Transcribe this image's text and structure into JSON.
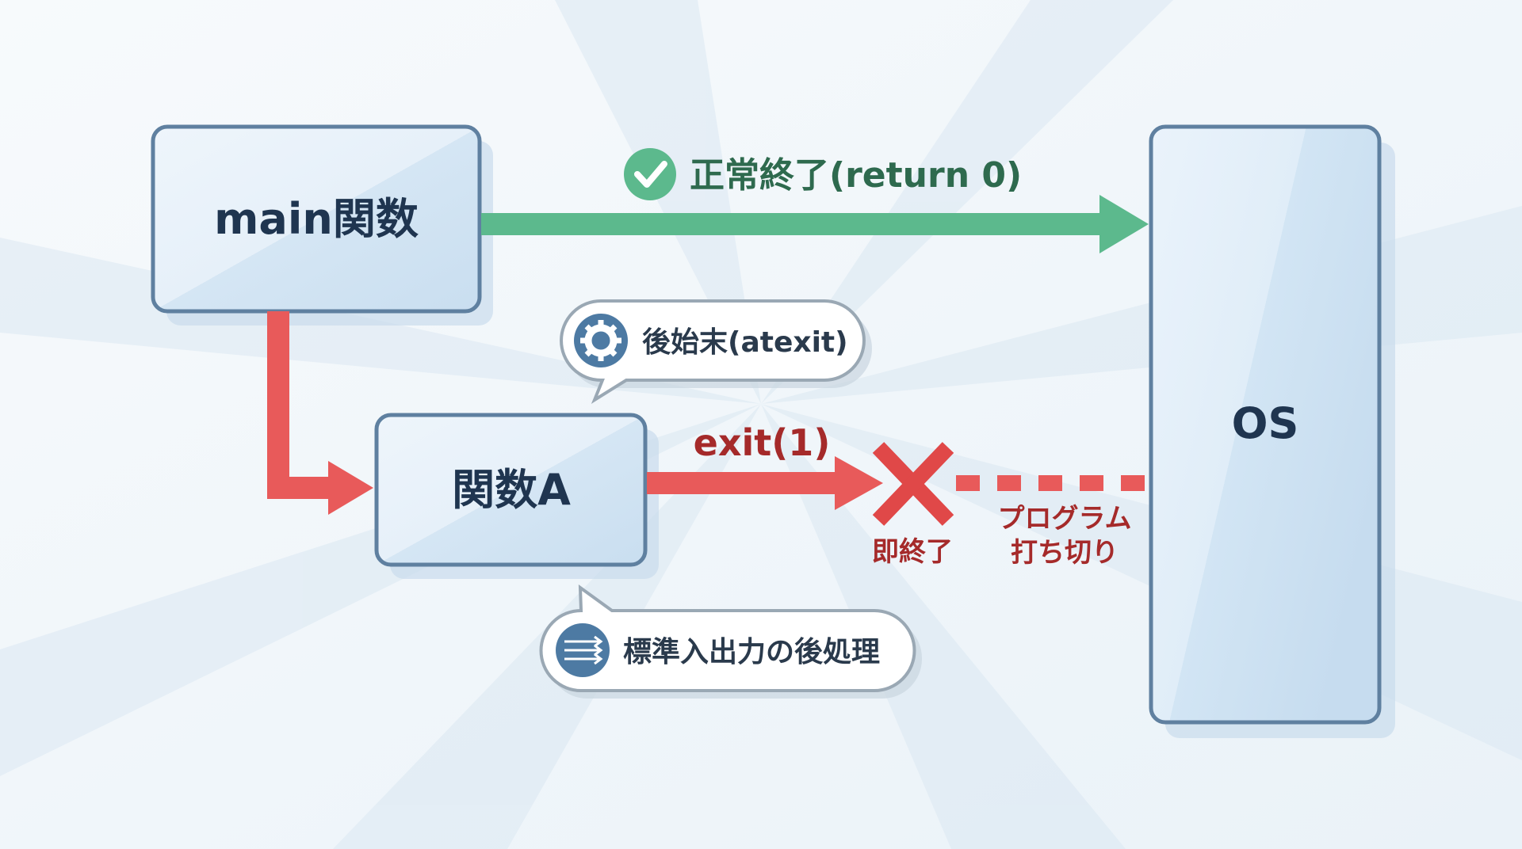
{
  "colors": {
    "green": "#5cb98d",
    "red": "#e85a5a",
    "darkred": "#a52a2a",
    "navy": "#1f3550",
    "boxBorder": "#5f80a0",
    "boxFill": "#dbe9f5"
  },
  "main_box": {
    "label": "main関数"
  },
  "func_a_box": {
    "label": "関数A"
  },
  "os_box": {
    "label": "OS"
  },
  "normal_exit": {
    "label": "正常終了(return 0)",
    "icon": "check-circle-icon"
  },
  "exit_call": {
    "label": "exit(1)",
    "stop_label": "即終了",
    "cut_label_line1": "プログラム",
    "cut_label_line2": "打ち切り",
    "icon": "x-icon"
  },
  "atexit_bubble": {
    "label": "後始末(atexit)",
    "icon": "gear-icon"
  },
  "stdio_bubble": {
    "label": "標準入出力の後処理",
    "icon": "flow-arrows-icon"
  }
}
